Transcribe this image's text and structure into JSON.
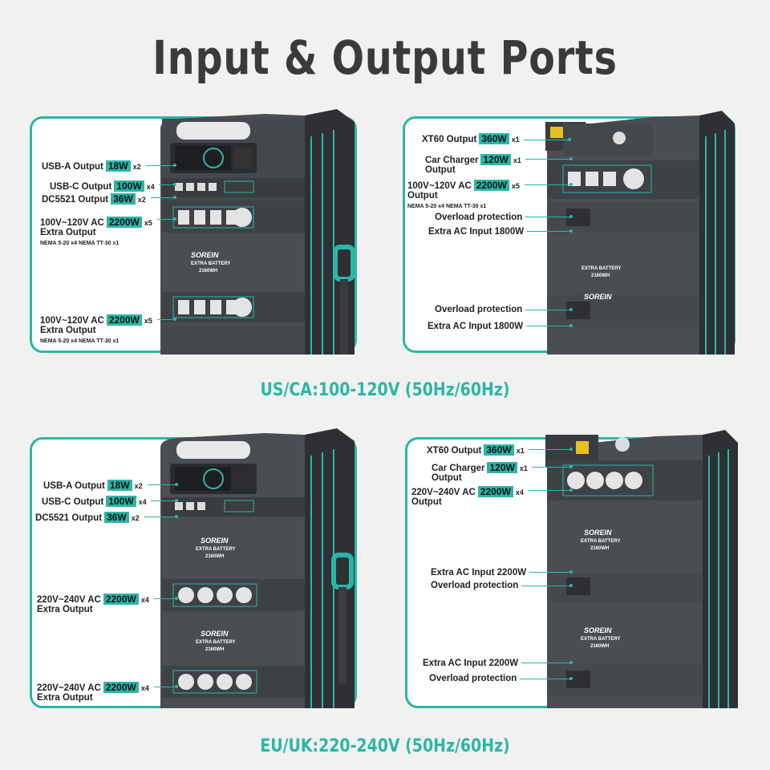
{
  "title": "Input & Output Ports",
  "brand": "SOREIN",
  "module": {
    "line1": "EXTRA BATTERY",
    "line2": "2160WH"
  },
  "regions": {
    "us": "US/CA:100-120V (50Hz/60Hz)",
    "eu": "EU/UK:220-240V (50Hz/60Hz)"
  },
  "us_left": [
    {
      "label": "USB-A Output",
      "power": "18W",
      "qty": "x2"
    },
    {
      "label": "USB-C Output",
      "power": "100W",
      "qty": "x4"
    },
    {
      "label": "DC5521 Output",
      "power": "36W",
      "qty": "x2"
    },
    {
      "label": "100V~120V AC",
      "power": "2200W",
      "qty": "x5",
      "sub": "Extra Output",
      "nema": "NEMA 5-20 x4  NEMA TT-30 x1"
    },
    {
      "label": "100V~120V AC",
      "power": "2200W",
      "qty": "x5",
      "sub": "Extra Output",
      "nema": "NEMA 5-20 x4  NEMA TT-30 x1"
    }
  ],
  "us_right": [
    {
      "label": "XT60 Output",
      "power": "360W",
      "qty": "x1"
    },
    {
      "label": "Car Charger",
      "power": "120W",
      "qty": "x1",
      "sub": "Output"
    },
    {
      "label": "100V~120V AC",
      "power": "2200W",
      "qty": "x5",
      "sub": "Output",
      "nema": "NEMA 5-20 x4  NEMA TT-30 x1"
    },
    {
      "label": "Overload protection"
    },
    {
      "label": "Extra AC Input 1800W"
    },
    {
      "label": "Overload protection"
    },
    {
      "label": "Extra AC Input 1800W"
    }
  ],
  "eu_left": [
    {
      "label": "USB-A Output",
      "power": "18W",
      "qty": "x2"
    },
    {
      "label": "USB-C Output",
      "power": "100W",
      "qty": "x4"
    },
    {
      "label": "DC5521 Output",
      "power": "36W",
      "qty": "x2"
    },
    {
      "label": "220V~240V AC",
      "power": "2200W",
      "qty": "x4",
      "sub": "Extra Output"
    },
    {
      "label": "220V~240V AC",
      "power": "2200W",
      "qty": "x4",
      "sub": "Extra Output"
    }
  ],
  "eu_right": [
    {
      "label": "XT60 Output",
      "power": "360W",
      "qty": "x1"
    },
    {
      "label": "Car Charger",
      "power": "120W",
      "qty": "x1",
      "sub": "Output"
    },
    {
      "label": "220V~240V AC",
      "power": "2200W",
      "qty": "x4",
      "sub": "Output"
    },
    {
      "label": "Extra AC Input 2200W"
    },
    {
      "label": "Overload protection"
    },
    {
      "label": "Extra AC Input 2200W"
    },
    {
      "label": "Overload protection"
    }
  ],
  "colors": {
    "accent": "#2bb6a8",
    "device": "#4a4d52",
    "device_dark": "#2e3034",
    "background": "#f1f1ef"
  }
}
